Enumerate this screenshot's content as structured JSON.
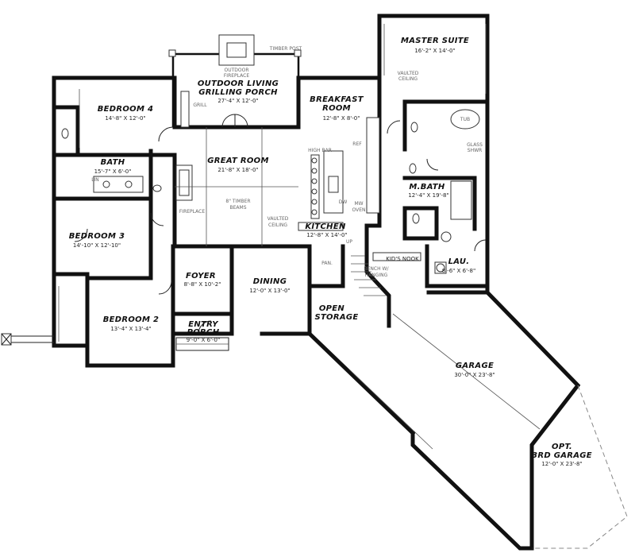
{
  "rooms": {
    "master_suite": {
      "name": "MASTER SUITE",
      "dims": "16'-2\" X 14'-0\""
    },
    "outdoor_living": {
      "name1": "OUTDOOR LIVING",
      "name2": "GRILLING PORCH",
      "dims": "27'-4\" X 12'-0\""
    },
    "breakfast": {
      "name1": "BREAKFAST",
      "name2": "ROOM",
      "dims": "12'-8\" X 8'-0\""
    },
    "bedroom4": {
      "name": "BEDROOM 4",
      "dims": "14'-8\" X 12'-0\""
    },
    "bath": {
      "name": "BATH",
      "dims": "15'-7\" X 6'-0\""
    },
    "great_room": {
      "name": "GREAT ROOM",
      "dims": "21'-8\" X 18'-0\""
    },
    "m_bath": {
      "name": "M.BATH",
      "dims": "12'-4\" X 19'-8\""
    },
    "bedroom3": {
      "name": "BEDROOM 3",
      "dims": "14'-10\" X 12'-10\""
    },
    "kitchen": {
      "name": "KITCHEN",
      "dims": "12'-8\" X 14'-0\""
    },
    "kids_nook": {
      "name": "KID'S NOOK"
    },
    "lau": {
      "name": "LAU.",
      "dims": "8'-6\" X 6'-8\""
    },
    "foyer": {
      "name": "FOYER",
      "dims": "8'-8\" X 10'-2\""
    },
    "dining": {
      "name": "DINING",
      "dims": "12'-0\" X 13'-0\""
    },
    "open_storage": {
      "name1": "OPEN",
      "name2": "STORAGE"
    },
    "bedroom2": {
      "name": "BEDROOM 2",
      "dims": "13'-4\" X 13'-4\""
    },
    "entry_porch": {
      "name1": "ENTRY",
      "name2": "PORCH",
      "dims": "9'-0\" X 6'-0\""
    },
    "garage": {
      "name": "GARAGE",
      "dims": "30'-0\" X 23'-8\""
    },
    "opt_garage": {
      "name1": "OPT.",
      "name2": "3RD GARAGE",
      "dims": "12'-0\" X 23'-8\""
    }
  },
  "notes": {
    "timber_post": "TIMBER POST",
    "outdoor_fireplace1": "OUTDOOR",
    "outdoor_fireplace2": "FIREPLACE",
    "grill": "GRILL",
    "vaulted1": "VAULTED",
    "ceiling": "CEILING",
    "high_bar": "HIGH BAR",
    "fireplace": "FIREPLACE",
    "timber_beams1": "8\" TIMBER",
    "timber_beams2": "BEAMS",
    "ref": "REF",
    "mw_oven1": "MW",
    "mw_oven2": "OVEN",
    "dw": "DW",
    "pan": "PAN.",
    "up": "UP",
    "bench1": "BENCH W/",
    "bench2": "HANGING",
    "lin": "LIN",
    "glass1": "GLASS",
    "glass2": "SHWR",
    "tub": "TUB"
  }
}
